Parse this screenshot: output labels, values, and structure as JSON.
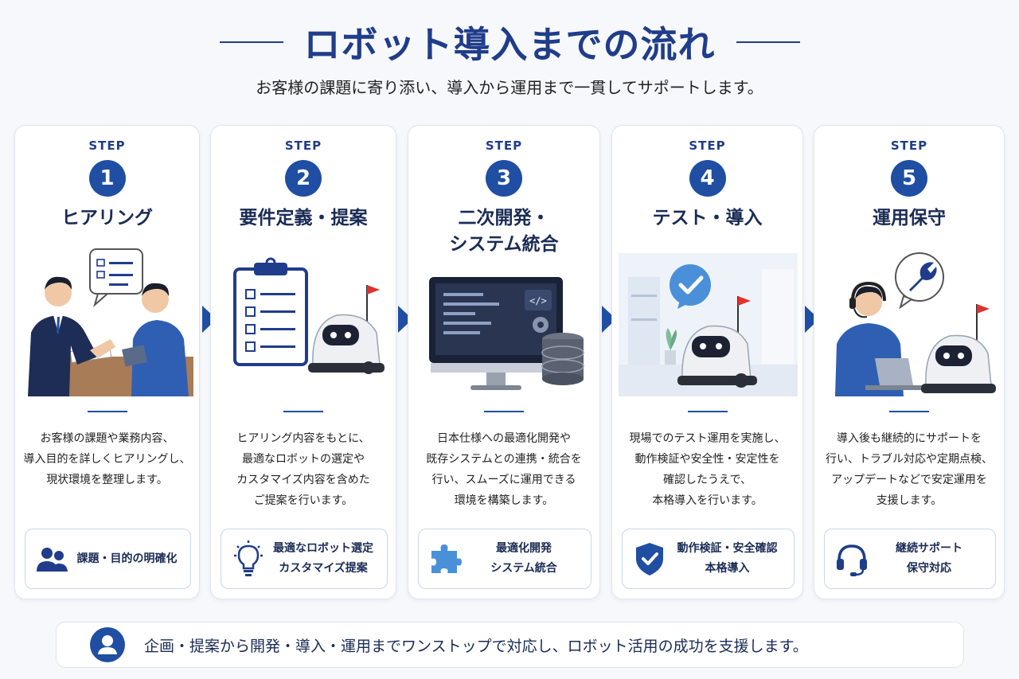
{
  "header": {
    "title": "ロボット導入までの流れ",
    "subtitle": "お客様の課題に寄り添い、導入から運用まで一貫してサポートします。"
  },
  "step_label": "STEP",
  "steps": [
    {
      "number": "1",
      "title": "ヒアリング",
      "description": [
        "お客様の課題や業務内容、",
        "導入目的を詳しくヒアリングし、",
        "現状環境を整理します。"
      ],
      "tag": [
        "課題・目的の明確化"
      ],
      "tag_icon": "people-icon",
      "illustration": "consultation-meeting"
    },
    {
      "number": "2",
      "title": "要件定義・提案",
      "description": [
        "ヒアリング内容をもとに、",
        "最適なロボットの選定や",
        "カスタマイズ内容を含めた",
        "ご提案を行います。"
      ],
      "tag": [
        "最適なロボット選定",
        "カスタマイズ提案"
      ],
      "tag_icon": "lightbulb-icon",
      "illustration": "clipboard-and-robot"
    },
    {
      "number": "3",
      "title": "二次開発・\nシステム統合",
      "description": [
        "日本仕様への最適化開発や",
        "既存システムとの連携・統合を",
        "行い、スムーズに運用できる",
        "環境を構築します。"
      ],
      "tag": [
        "最適化開発",
        "システム統合"
      ],
      "tag_icon": "puzzle-icon",
      "illustration": "monitor-and-database"
    },
    {
      "number": "4",
      "title": "テスト・導入",
      "description": [
        "現場でのテスト運用を実施し、",
        "動作検証や安全性・安定性を",
        "確認したうえで、",
        "本格導入を行います。"
      ],
      "tag": [
        "動作検証・安全確認",
        "本格導入"
      ],
      "tag_icon": "shield-check-icon",
      "illustration": "robot-in-room"
    },
    {
      "number": "5",
      "title": "運用保守",
      "description": [
        "導入後も継続的にサポートを",
        "行い、トラブル対応や定期点検、",
        "アップデートなどで安定運用を",
        "支援します。"
      ],
      "tag": [
        "継続サポート",
        "保守対応"
      ],
      "tag_icon": "headset-icon",
      "illustration": "support-operator-and-robot"
    }
  ],
  "footer": {
    "text": "企画・提案から開発・導入・運用までワンストップで対応し、ロボット活用の成功を支援します。",
    "icon": "person-icon"
  },
  "colors": {
    "primary": "#1f3d8a",
    "accent": "#1f4ea3",
    "light_blue": "#4a90d9"
  }
}
